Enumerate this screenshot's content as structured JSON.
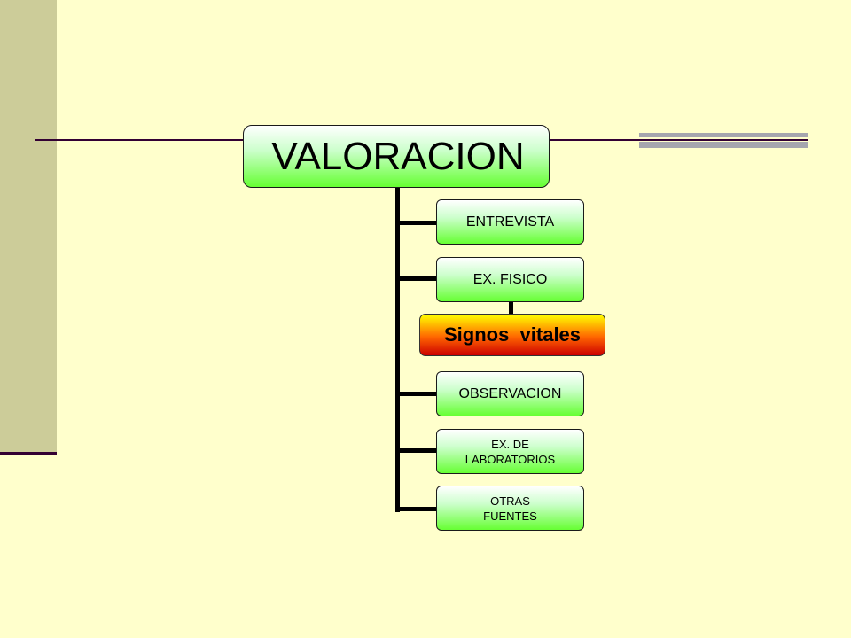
{
  "diagram": {
    "root": "VALORACION",
    "children": [
      "ENTREVISTA",
      "EX. FISICO",
      "OBSERVACION",
      "EX. DE\nLABORATORIOS",
      "OTRAS\nFUENTES"
    ],
    "sub_child": "Signos  vitales",
    "colors": {
      "background": "#ffffcc",
      "left_band": "#cccc99",
      "node_gradient_end": "#66ff33",
      "highlight_gradient": [
        "#ffff00",
        "#ff6600",
        "#cc0000"
      ]
    }
  }
}
